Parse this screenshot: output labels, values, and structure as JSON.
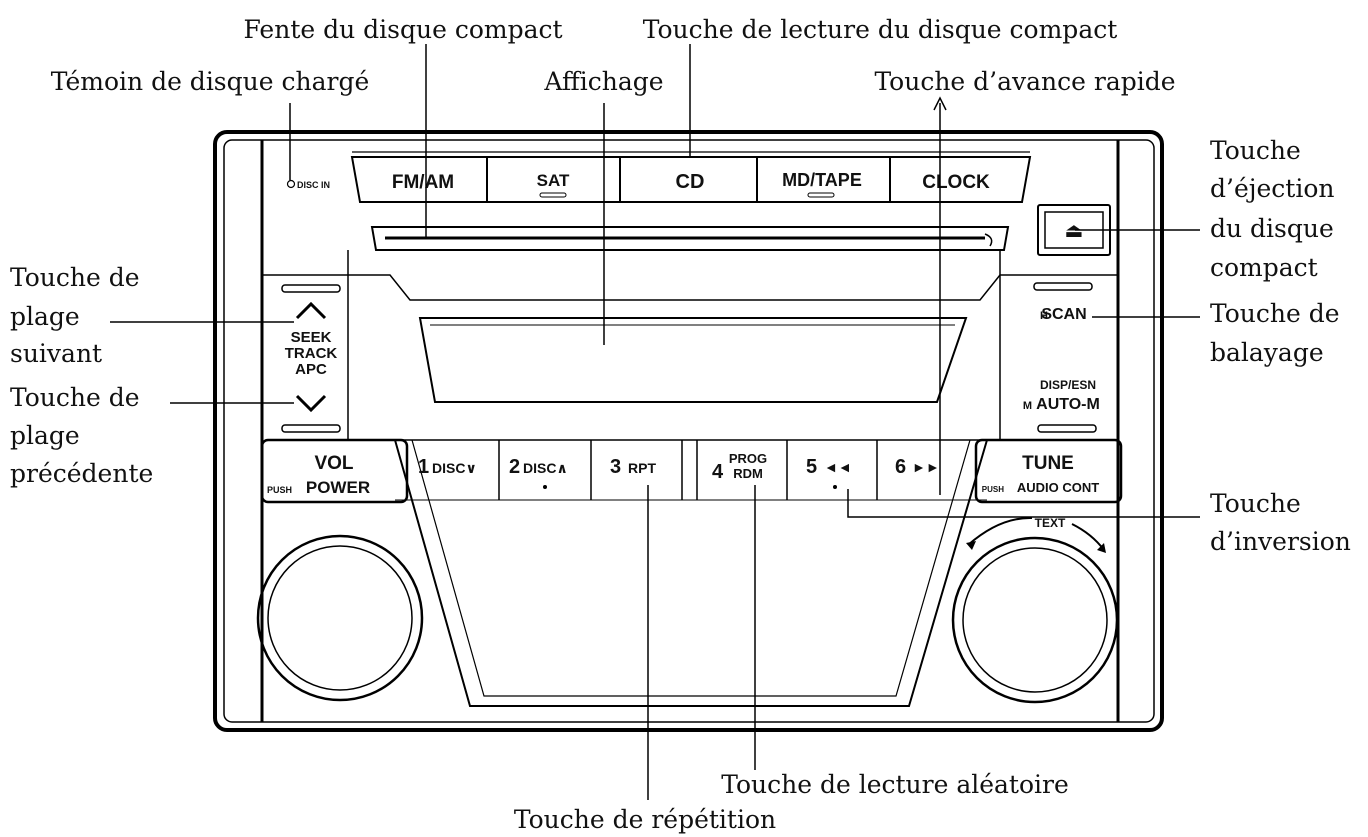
{
  "callouts": {
    "disc_slot": "Fente du disque compact",
    "cd_play_button": "Touche de lecture du disque compact",
    "disc_loaded_indicator": "Témoin de disque chargé",
    "display": "Affichage",
    "fast_forward_button": "Touche d’avance rapide",
    "eject_button": [
      "Touche",
      "d’éjection",
      "du disque",
      "compact"
    ],
    "next_track_button": [
      "Touche de",
      "plage",
      "suivant"
    ],
    "previous_track_button": [
      "Touche de",
      "plage",
      "précédente"
    ],
    "scan_button": [
      "Touche de",
      "balayage"
    ],
    "reverse_button": [
      "Touche",
      "d’inversion"
    ],
    "random_button": "Touche de lecture aléatoire",
    "repeat_button": "Touche de répétition"
  },
  "panel": {
    "disc_in_label": "DISC IN",
    "source_buttons": [
      "FM/AM",
      "SAT",
      "CD",
      "MD/TAPE",
      "CLOCK"
    ],
    "eject_symbol": "⏏",
    "seek_lines": [
      "SEEK",
      "TRACK",
      "APC"
    ],
    "scan": {
      "prefix": "H",
      "label": "SCAN"
    },
    "disp": {
      "top": "DISP/ESN",
      "prefix": "M",
      "label": "AUTO-M"
    },
    "vol": {
      "top": "VOL",
      "push": "PUSH",
      "label": "POWER"
    },
    "presets": [
      {
        "num": "1",
        "label": "DISC∨"
      },
      {
        "num": "2",
        "label": "DISC∧"
      },
      {
        "num": "3",
        "label": "RPT"
      },
      {
        "num": "4",
        "label_top": "PROG",
        "label_bottom": "RDM"
      },
      {
        "num": "5",
        "label": "◄◄"
      },
      {
        "num": "6",
        "label": "►►"
      }
    ],
    "tune": {
      "top": "TUNE",
      "push": "PUSH",
      "label": "AUDIO CONT"
    },
    "text_label": "TEXT"
  }
}
